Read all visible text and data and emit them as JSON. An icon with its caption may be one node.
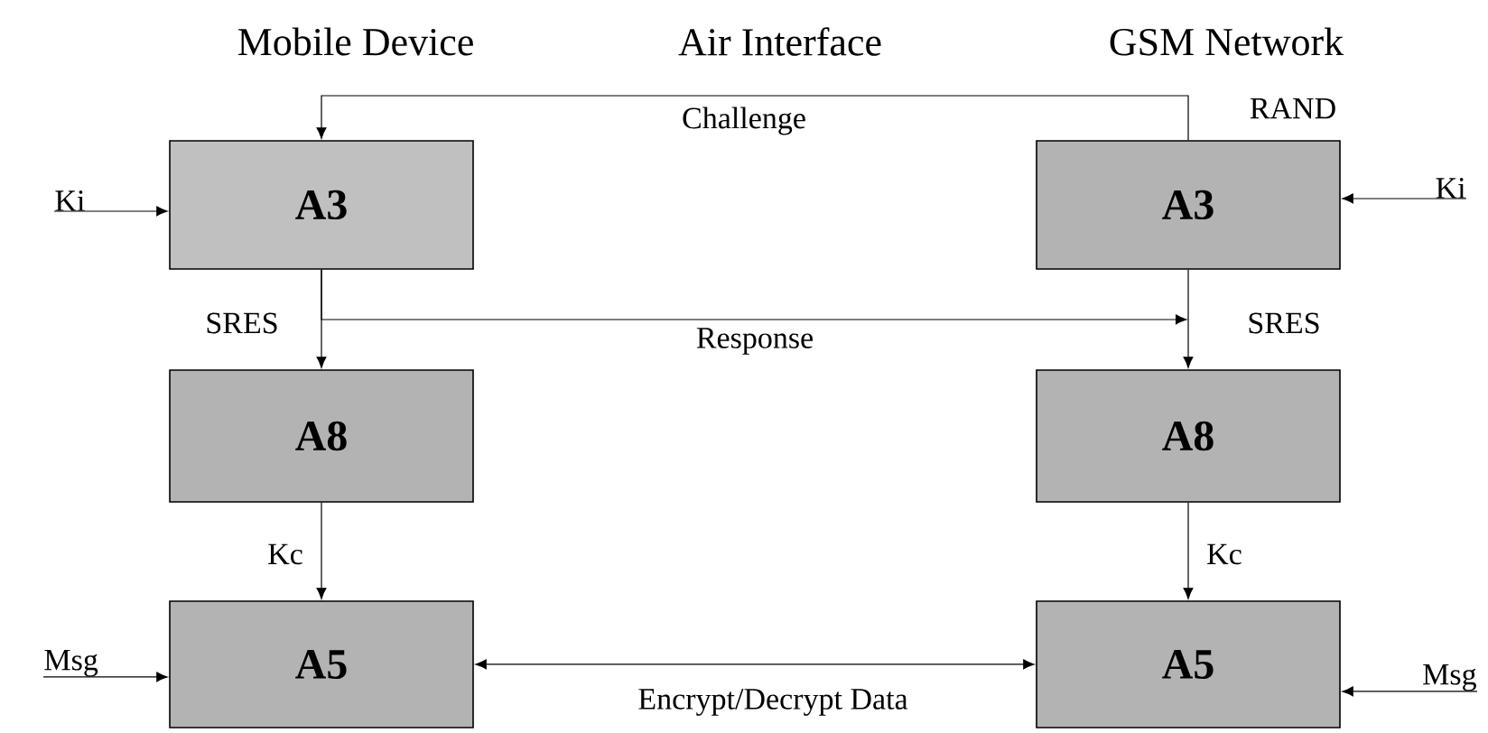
{
  "diagram": {
    "nodes": [
      {
        "text": [
          "A3"
        ]
      },
      {
        "text": [
          "A3"
        ],
        "beside": [
          "RAND"
        ]
      },
      {
        "text": [
          "A8"
        ]
      },
      {
        "text": [
          "A8"
        ]
      },
      {
        "text": [
          "A5"
        ]
      },
      {
        "text": [
          "A5"
        ]
      },
      {
        "text": [
          "Ki"
        ]
      },
      {
        "text": [
          "Ki"
        ]
      },
      {
        "text": [
          "Msg"
        ]
      },
      {
        "text": [
          "Msg"
        ]
      }
    ],
    "edges": [
      {
        "from": 1,
        "to": 0,
        "arrow": "to",
        "label": "Challenge"
      },
      {
        "from": 0,
        "to": 2,
        "arrow": "to",
        "label": "SRES"
      },
      {
        "from": 0,
        "to": 3,
        "arrow": "to",
        "label": "Response"
      },
      {
        "from": 1,
        "to": 3,
        "arrow": "to",
        "label": "SRES"
      },
      {
        "from": 2,
        "to": 4,
        "arrow": "to",
        "label": "Kc"
      },
      {
        "from": 3,
        "to": 5,
        "arrow": "to",
        "label": "Kc"
      },
      {
        "from": 4,
        "to": 5,
        "arrow": "both",
        "label": "Encrypt/Decrypt Data"
      },
      {
        "from": 6,
        "to": 0,
        "arrow": "to"
      },
      {
        "from": 7,
        "to": 1,
        "arrow": "to"
      },
      {
        "from": 8,
        "to": 4,
        "arrow": "to"
      },
      {
        "from": 9,
        "to": 5,
        "arrow": "to"
      }
    ],
    "labels": [
      "Mobile Device",
      "Air Interface",
      "GSM Network"
    ]
  }
}
